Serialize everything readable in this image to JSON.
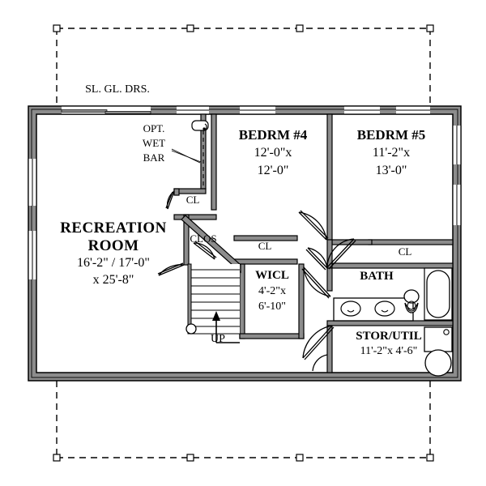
{
  "drawing": {
    "type": "architectural-floor-plan",
    "title": "Basement / Lower Level Floor Plan",
    "colors": {
      "line": "#000000",
      "wall_fill": "#8c8c8c",
      "background": "#ffffff",
      "dashed_outline": "#000000"
    }
  },
  "rooms": [
    {
      "key": "recreation_room",
      "name": "RECREATION",
      "name2": "ROOM",
      "dim_line1": "16'-2\" / 17'-0\"",
      "dim_line2": "x 25'-8\"",
      "style": "bold"
    },
    {
      "key": "bedrm4",
      "name": "BEDRM #4",
      "dim_line1": "12'-0\"x",
      "dim_line2": "12'-0\"",
      "style": "bold"
    },
    {
      "key": "bedrm5",
      "name": "BEDRM #5",
      "dim_line1": "11'-2\"x",
      "dim_line2": "13'-0\"",
      "style": "bold"
    },
    {
      "key": "wicl",
      "name": "WICL",
      "dim_line1": "4'-2\"x",
      "dim_line2": "6'-10\"",
      "style": "bold"
    },
    {
      "key": "bath",
      "name": "BATH",
      "dim_line1": "",
      "dim_line2": "",
      "style": "bold"
    },
    {
      "key": "stor_util",
      "name": "STOR/UTIL",
      "dim_line1": "11'-2\"x 4'-6\"",
      "dim_line2": "",
      "style": "bold"
    }
  ],
  "annotations": {
    "sliding_glass_doors": "SL. GL. DRS.",
    "opt_wet_bar_line1": "OPT.",
    "opt_wet_bar_line2": "WET",
    "opt_wet_bar_line3": "BAR",
    "closet_bedrm4_rec": "CL",
    "closet_hall": "CL",
    "closet_bedrm5": "CL",
    "closet_clos": "CLOS",
    "stair_direction": "UP"
  },
  "fixtures": [
    {
      "name": "wet-bar-sink",
      "room": "recreation_room"
    },
    {
      "name": "stair-run",
      "room": "stair",
      "treads": 9
    },
    {
      "name": "vanity-sink-left",
      "room": "bath"
    },
    {
      "name": "vanity-sink-right",
      "room": "bath"
    },
    {
      "name": "toilet",
      "room": "bath"
    },
    {
      "name": "bathtub",
      "room": "bath"
    },
    {
      "name": "washer",
      "room": "stor_util"
    },
    {
      "name": "dryer",
      "room": "stor_util"
    }
  ],
  "openings": {
    "sliding_glass_doors_count": 1,
    "windows_top_wall": 4,
    "windows_left_wall": 2,
    "windows_right_wall": 2,
    "interior_doors": 9
  },
  "deck_outline": {
    "style": "dashed",
    "marker_count_top": 4,
    "marker_count_bottom": 4,
    "description": "dashed deck / porch outline above and below the foundation"
  }
}
